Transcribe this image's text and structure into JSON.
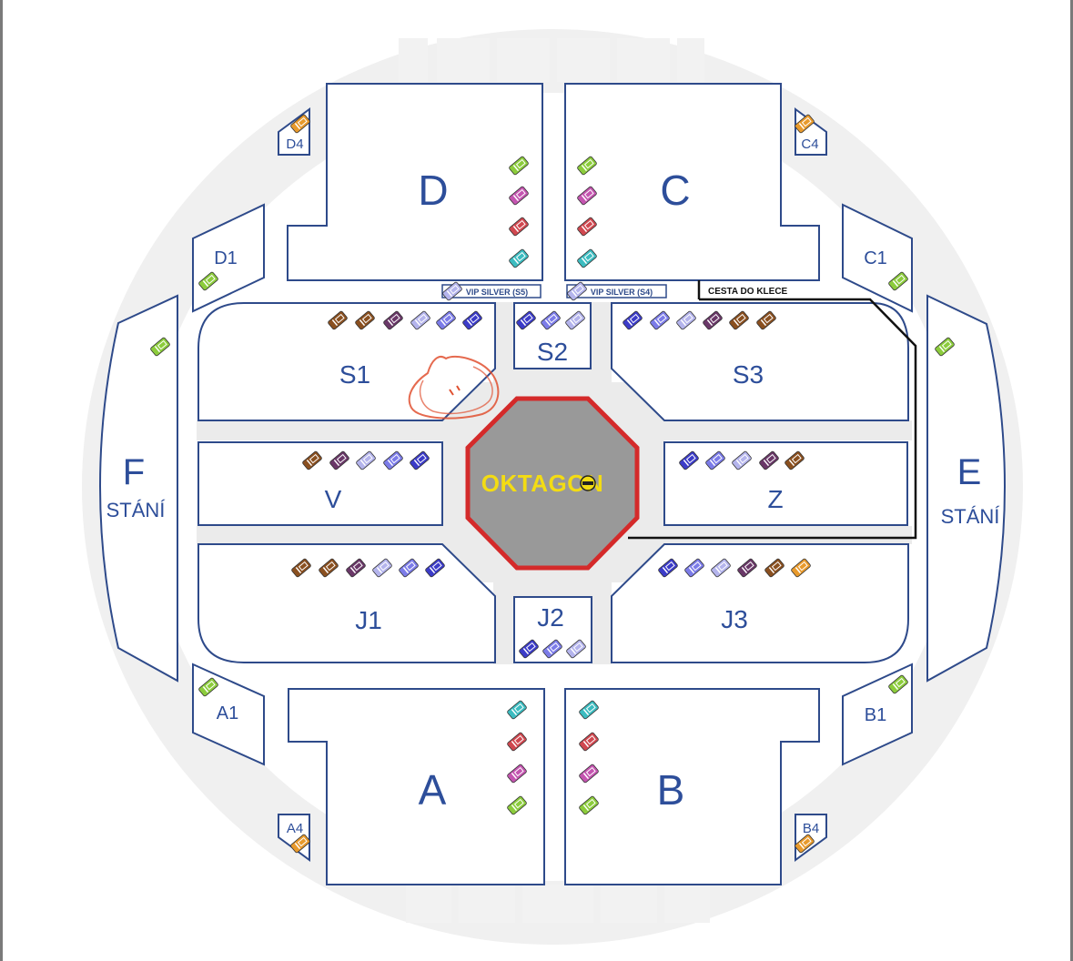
{
  "venue": {
    "cage_logo": "OKTAGON",
    "route_label": "CESTA DO KLECE",
    "vip_labels": [
      "VIP SILVER (S5)",
      "VIP SILVER (S4)"
    ]
  },
  "sections": {
    "D": "D",
    "C": "C",
    "A": "A",
    "B": "B",
    "E": "E",
    "F": "F",
    "E_sub": "STÁNÍ",
    "F_sub": "STÁNÍ",
    "S1": "S1",
    "S2": "S2",
    "S3": "S3",
    "V": "V",
    "Z": "Z",
    "J1": "J1",
    "J2": "J2",
    "J3": "J3",
    "D1": "D1",
    "D4": "D4",
    "C1": "C1",
    "C4": "C4",
    "A1": "A1",
    "A4": "A4",
    "B1": "B1",
    "B4": "B4"
  },
  "colors": {
    "section_stroke": "#2e4a8a",
    "section_text": "#2d4e9a",
    "aisle": "#ebebeb",
    "outer_ring": "#f0f0f0",
    "cage_fill": "#999999",
    "cage_border": "#d42a2a",
    "logo_yellow": "#f3dc13",
    "marker_red": "#e05030"
  },
  "ticket_colors": {
    "lime": "#8ccc3c",
    "magenta": "#c455b0",
    "red": "#d04850",
    "teal": "#3cbcc0",
    "orange": "#e89a2c",
    "brown": "#8a5020",
    "plum": "#6a3868",
    "lavender": "#b4b4ec",
    "periwinkle": "#7c7ce8",
    "blue": "#3c3cc8"
  },
  "ticket_icon": "ticket-icon"
}
